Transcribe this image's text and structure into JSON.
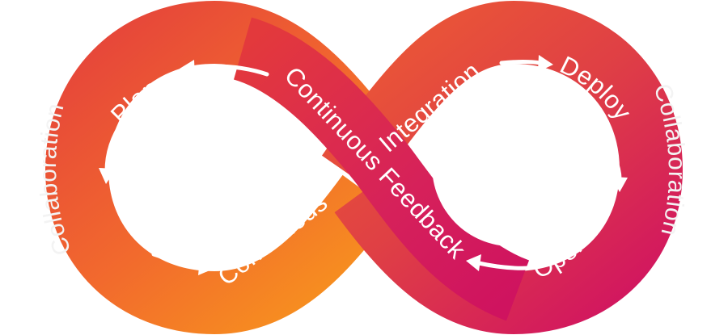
{
  "labels": {
    "plan": "Plan",
    "continuous_feedback": "Continuous Feedback",
    "integration": "Integration",
    "deploy": "Deploy",
    "operate": "Operate",
    "continuous": "Continuous",
    "collaboration_left": "Collaboration",
    "collaboration_right": "Collaboration"
  },
  "colors": {
    "orange": "#f47a2a",
    "amber": "#f7931e",
    "red": "#e0403a",
    "magenta": "#d01760",
    "arrow": "#ffffff",
    "collab_text": "#f3f3f3"
  }
}
